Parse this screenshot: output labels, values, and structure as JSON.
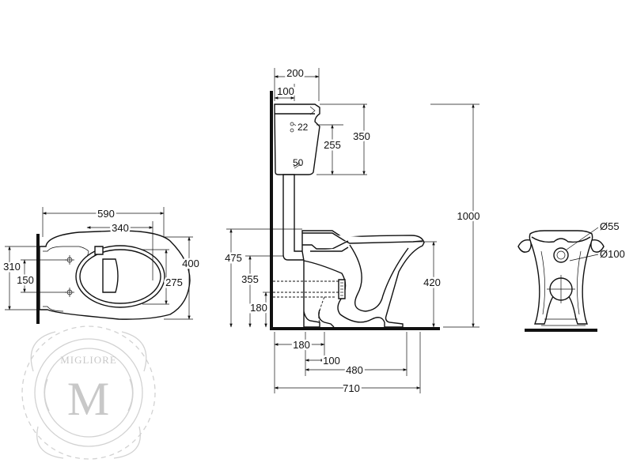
{
  "watermark": {
    "brand": "MIGLIORE",
    "monogram": "M"
  },
  "top_view": {
    "width": "590",
    "seat_width": "340",
    "depth": "400",
    "fixing_span": "310",
    "fixing_spacing": "150",
    "seat_depth": "275"
  },
  "side_view": {
    "cistern_depth": "200",
    "cistern_offset": "100",
    "cistern_height": "350",
    "inlet_height": "255",
    "inlet_diameter": "22",
    "flush_pipe_diameter": "50",
    "total_height": "1000",
    "seat_height": "475",
    "outlet_height_355": "355",
    "outlet_height_180": "180",
    "bowl_height": "420",
    "outlet_distance": "180",
    "outlet_width": "100",
    "bowl_length": "480",
    "total_length": "710"
  },
  "front_view": {
    "inlet_diameter": "Ø55",
    "outlet_diameter": "Ø100"
  }
}
